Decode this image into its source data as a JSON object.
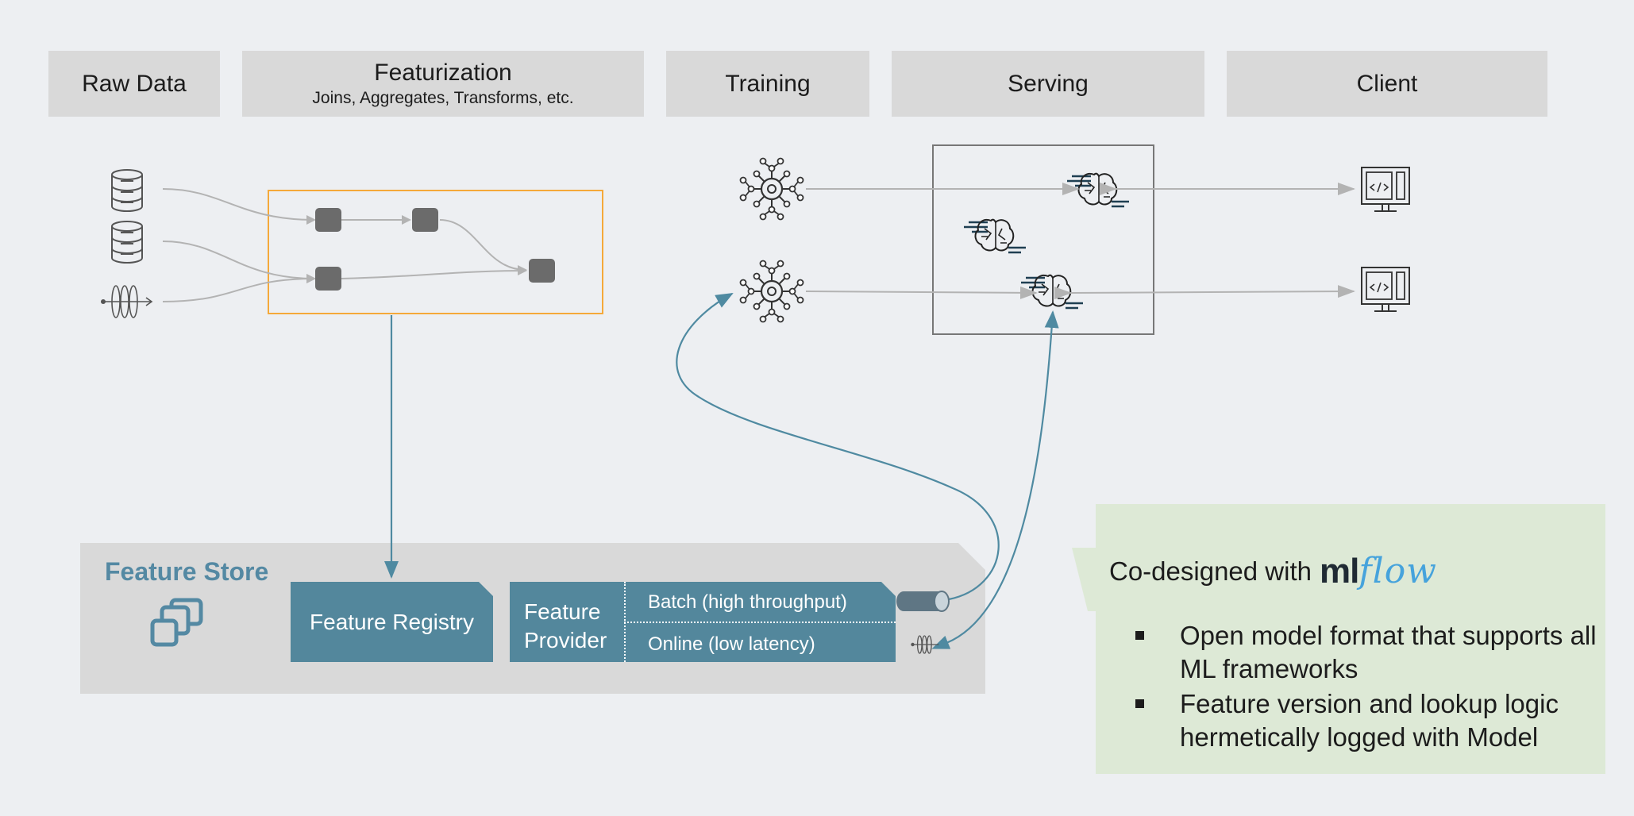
{
  "headers": {
    "raw_data": "Raw Data",
    "featurization": "Featurization",
    "featurization_sub": "Joins, Aggregates, Transforms, etc.",
    "training": "Training",
    "serving": "Serving",
    "client": "Client"
  },
  "feature_store": {
    "title": "Feature Store",
    "registry": "Feature Registry",
    "provider_line1": "Feature",
    "provider_line2": "Provider",
    "batch": "Batch (high throughput)",
    "online": "Online (low latency)"
  },
  "callout": {
    "title_prefix": "Co-designed with",
    "logo_ml": "ml",
    "logo_flow": "flow",
    "bullets": [
      "Open model format that supports all ML frameworks",
      "Feature version and lookup logic hermetically logged with Model"
    ]
  },
  "colors": {
    "background": "#edeff2",
    "header_fill": "#d9d9d9",
    "feature_store_blue": "#53879c",
    "featurization_border": "#f5a93a",
    "callout_fill": "#dde9d6",
    "arrow_gray": "#b3b3b3",
    "arrow_blue": "#4f8aa1",
    "node_gray": "#6b6b6b"
  },
  "icons": {
    "raw_sources": [
      "database-icon",
      "database-icon",
      "stream-icon"
    ],
    "training": [
      "neural-network-icon",
      "neural-network-icon"
    ],
    "serving": [
      "brain-model-icon",
      "brain-model-icon",
      "brain-model-icon"
    ],
    "client": [
      "code-monitor-icon",
      "code-monitor-icon"
    ],
    "feature_store": "layers-icon",
    "batch_store": "cylinder-icon",
    "online_store": "stream-icon"
  }
}
